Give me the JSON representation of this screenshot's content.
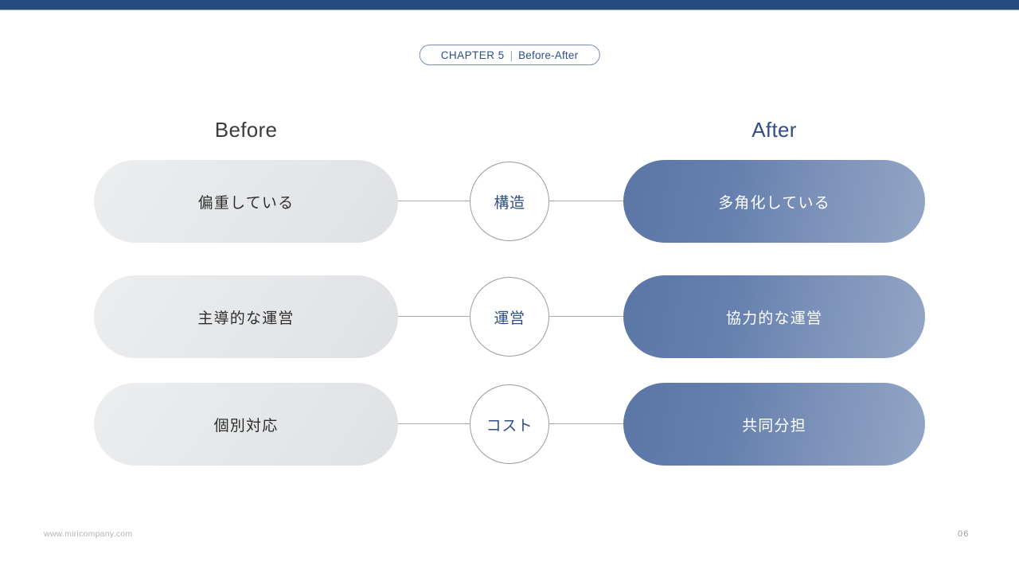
{
  "slide": {
    "background_color": "#ffffff",
    "accent_bar_color": "#234c80"
  },
  "chapter": {
    "label": "CHAPTER 5",
    "separator": "|",
    "title": "Before-After"
  },
  "columns": {
    "before_heading": "Before",
    "after_heading": "After",
    "before_color": "#3c3c3c",
    "after_color": "#2f4f86"
  },
  "rows": [
    {
      "before": "偏重している",
      "category": "構造",
      "after": "多角化している"
    },
    {
      "before": "主導的な運営",
      "category": "運営",
      "after": "協力的な運営"
    },
    {
      "before": "個別対応",
      "category": "コスト",
      "after": "共同分担"
    }
  ],
  "footer": {
    "url": "www.miricompany.com",
    "page_number": "06"
  }
}
